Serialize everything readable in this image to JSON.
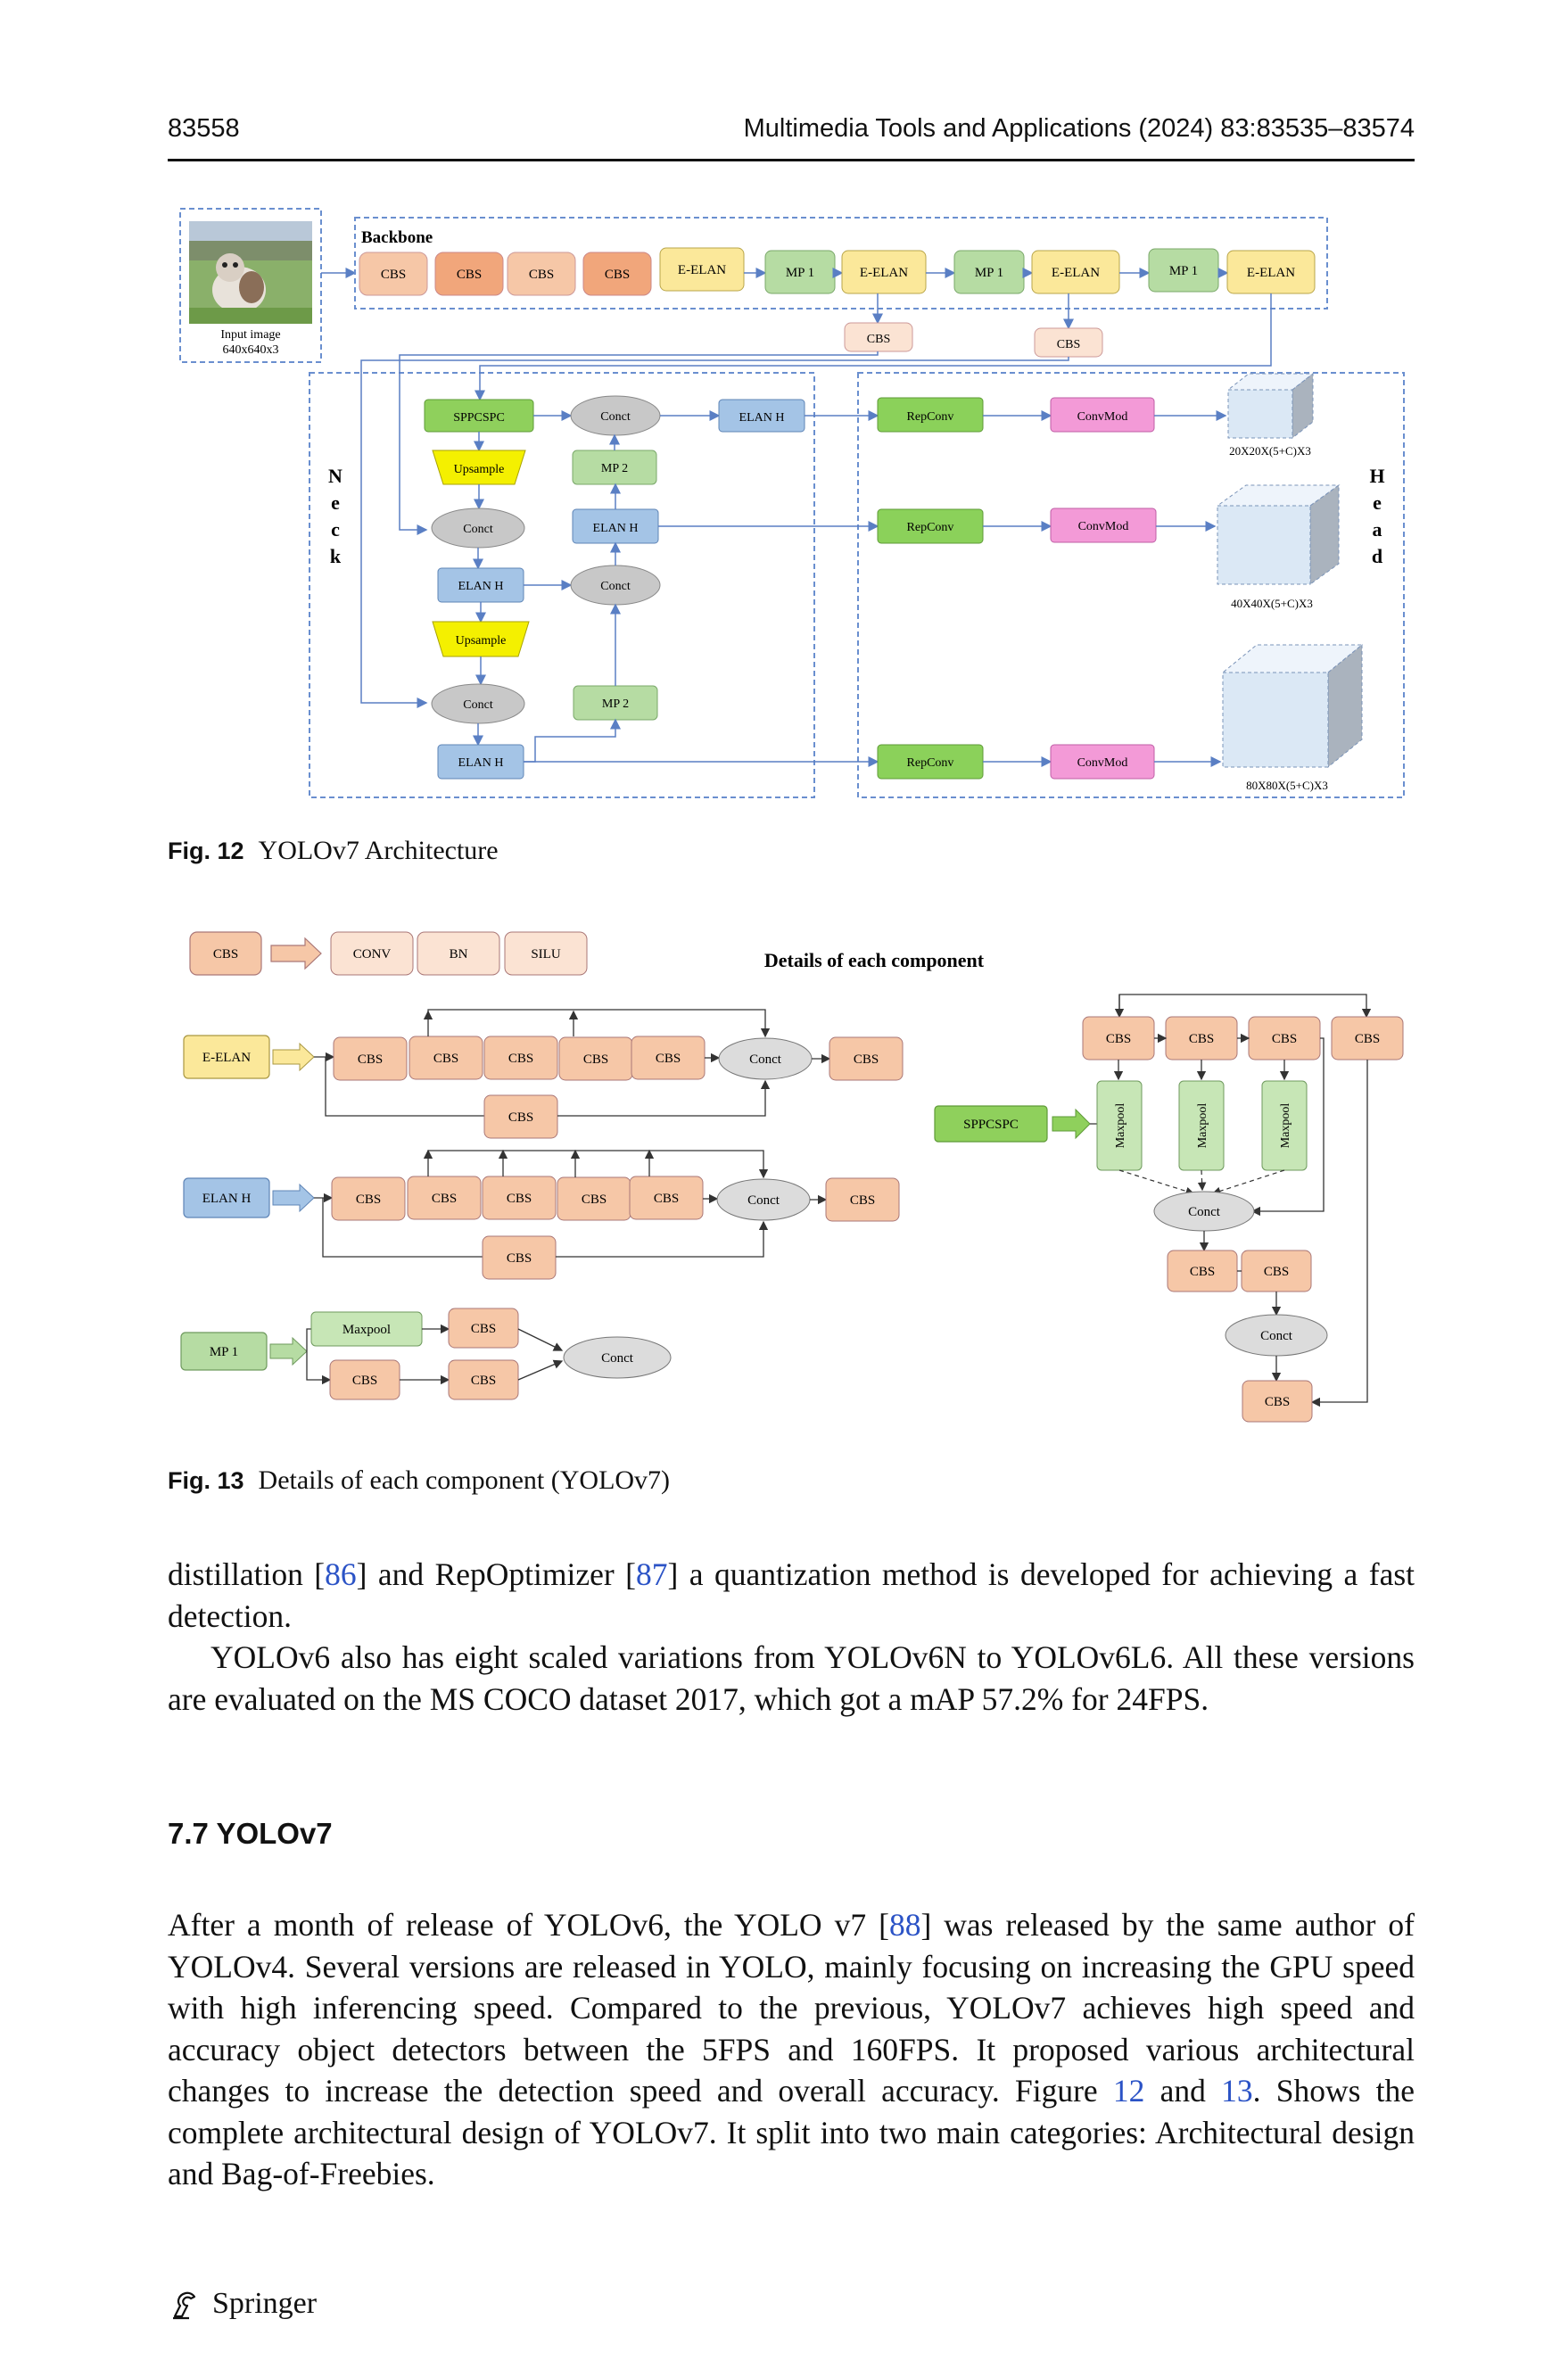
{
  "header": {
    "page_number": "83558",
    "journal": "Multimedia Tools and Applications (2024) 83:83535–83574"
  },
  "fig12": {
    "backbone_label": "Backbone",
    "input_caption_1": "Input image",
    "input_caption_2": "640x640x3",
    "neck_letters": [
      "N",
      "e",
      "c",
      "k"
    ],
    "head_letters": [
      "H",
      "e",
      "a",
      "d"
    ],
    "cbs": "CBS",
    "e_elan": "E-ELAN",
    "mp1": "MP 1",
    "mp2": "MP 2",
    "sppcspc": "SPPCSPC",
    "conct": "Conct",
    "elan_h": "ELAN H",
    "upsample": "Upsample",
    "repconv": "RepConv",
    "convmod": "ConvMod",
    "out_20": "20X20X(5+C)X3",
    "out_40": "40X40X(5+C)X3",
    "out_80": "80X80X(5+C)X3",
    "caption_label": "Fig. 12",
    "caption_text": "YOLOv7 Architecture"
  },
  "fig13": {
    "title": "Details of each component",
    "cbs": "CBS",
    "conv": "CONV",
    "bn": "BN",
    "silu": "SILU",
    "e_elan": "E-ELAN",
    "elan_h": "ELAN H",
    "mp1": "MP 1",
    "maxpool": "Maxpool",
    "conct": "Conct",
    "sppcspc": "SPPCSPC",
    "caption_label": "Fig. 13",
    "caption_text": "Details of each component (YOLOv7)"
  },
  "para1": {
    "t1": "distillation [",
    "r1": "86",
    "t2": "] and RepOptimizer [",
    "r2": "87",
    "t3": "] a quantization method is developed for achieving a fast detection."
  },
  "para2": "YOLOv6 also has eight scaled variations from YOLOv6N to YOLOv6L6. All these versions are evaluated on the MS COCO dataset 2017, which got a mAP 57.2% for 24FPS.",
  "section_title": "7.7  YOLOv7",
  "para3": {
    "t1": "After a month of release of YOLOv6, the YOLO v7 [",
    "r1": "88",
    "t2": "] was released by the same author of YOLOv4. Several versions are released in YOLO, mainly focusing on increasing the GPU speed with high inferencing speed. Compared to the previous, YOLOv7 achieves high speed and accuracy object detectors between the 5FPS and 160FPS. It proposed various architectural changes to increase the detection speed and overall accuracy. Figure ",
    "r2": "12",
    "t3": " and ",
    "r3": "13",
    "t4": ". Shows the complete architectural design of YOLOv7. It split into two main categories: Architectural design and Bag-of-Freebies."
  },
  "footer": {
    "publisher": "Springer"
  },
  "colors": {
    "cbs": "#f6c7a7",
    "cbs_dark": "#f1a67b",
    "elan": "#fbe89a",
    "mp": "#b6dca3",
    "elanh": "#a4c4e6",
    "spp": "#8fd05c",
    "conct": "#c8c8c8",
    "upsample": "#f4f000",
    "repconv": "#8bd15a",
    "convmod": "#f39ad7",
    "cube": "#dbe8f5",
    "link": "#2b53c6"
  }
}
